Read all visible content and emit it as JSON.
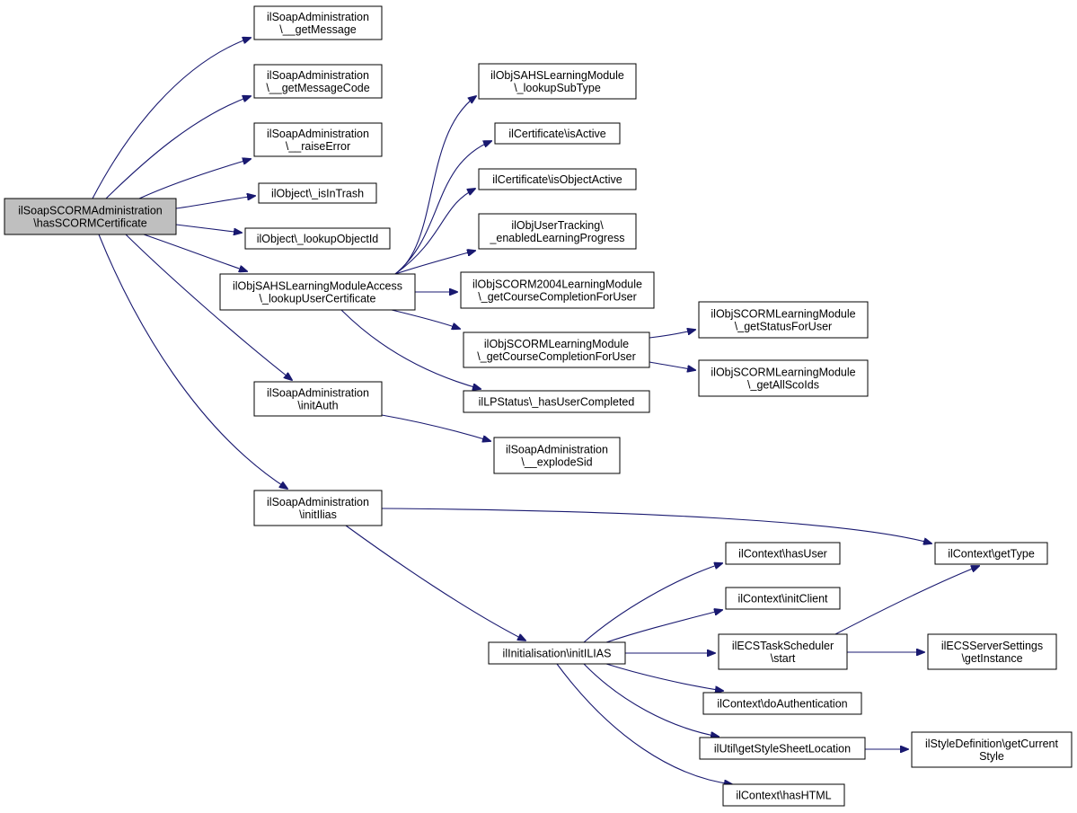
{
  "nodes": [
    {
      "id": "root",
      "lines": [
        "ilSoapSCORMAdministration",
        "\\hasSCORMCertificate"
      ]
    },
    {
      "id": "getMessage",
      "lines": [
        "ilSoapAdministration",
        "\\__getMessage"
      ]
    },
    {
      "id": "getMessageCode",
      "lines": [
        "ilSoapAdministration",
        "\\__getMessageCode"
      ]
    },
    {
      "id": "raiseError",
      "lines": [
        "ilSoapAdministration",
        "\\__raiseError"
      ]
    },
    {
      "id": "isInTrash",
      "lines": [
        "ilObject\\_isInTrash"
      ]
    },
    {
      "id": "lookupObjectId",
      "lines": [
        "ilObject\\_lookupObjectId"
      ]
    },
    {
      "id": "lookupUserCertificate",
      "lines": [
        "ilObjSAHSLearningModuleAccess",
        "\\_lookupUserCertificate"
      ]
    },
    {
      "id": "initAuth",
      "lines": [
        "ilSoapAdministration",
        "\\initAuth"
      ]
    },
    {
      "id": "initIlias",
      "lines": [
        "ilSoapAdministration",
        "\\initIlias"
      ]
    },
    {
      "id": "lookupSubType",
      "lines": [
        "ilObjSAHSLearningModule",
        "\\_lookupSubType"
      ]
    },
    {
      "id": "certIsActive",
      "lines": [
        "ilCertificate\\isActive"
      ]
    },
    {
      "id": "certIsObjectActive",
      "lines": [
        "ilCertificate\\isObjectActive"
      ]
    },
    {
      "id": "enabledLP",
      "lines": [
        "ilObjUserTracking\\",
        "_enabledLearningProgress"
      ]
    },
    {
      "id": "scorm2004Completion",
      "lines": [
        "ilObjSCORM2004LearningModule",
        "\\_getCourseCompletionForUser"
      ]
    },
    {
      "id": "scormCompletion",
      "lines": [
        "ilObjSCORMLearningModule",
        "\\_getCourseCompletionForUser"
      ]
    },
    {
      "id": "hasUserCompleted",
      "lines": [
        "ilLPStatus\\_hasUserCompleted"
      ]
    },
    {
      "id": "getStatusForUser",
      "lines": [
        "ilObjSCORMLearningModule",
        "\\_getStatusForUser"
      ]
    },
    {
      "id": "getAllScoIds",
      "lines": [
        "ilObjSCORMLearningModule",
        "\\_getAllScoIds"
      ]
    },
    {
      "id": "explodeSid",
      "lines": [
        "ilSoapAdministration",
        "\\__explodeSid"
      ]
    },
    {
      "id": "getType",
      "lines": [
        "ilContext\\getType"
      ]
    },
    {
      "id": "initILIAS",
      "lines": [
        "ilInitialisation\\initILIAS"
      ]
    },
    {
      "id": "hasUser",
      "lines": [
        "ilContext\\hasUser"
      ]
    },
    {
      "id": "initClient",
      "lines": [
        "ilContext\\initClient"
      ]
    },
    {
      "id": "ecsStart",
      "lines": [
        "ilECSTaskScheduler",
        "\\start"
      ]
    },
    {
      "id": "ecsServerSettings",
      "lines": [
        "ilECSServerSettings",
        "\\getInstance"
      ]
    },
    {
      "id": "doAuthentication",
      "lines": [
        "ilContext\\doAuthentication"
      ]
    },
    {
      "id": "getStyleSheetLocation",
      "lines": [
        "ilUtil\\getStyleSheetLocation"
      ]
    },
    {
      "id": "getCurrentStyle",
      "lines": [
        "ilStyleDefinition\\getCurrent",
        "Style"
      ]
    },
    {
      "id": "hasHTML",
      "lines": [
        "ilContext\\hasHTML"
      ]
    }
  ],
  "edges": [
    [
      "root",
      "getMessage"
    ],
    [
      "root",
      "getMessageCode"
    ],
    [
      "root",
      "raiseError"
    ],
    [
      "root",
      "isInTrash"
    ],
    [
      "root",
      "lookupObjectId"
    ],
    [
      "root",
      "lookupUserCertificate"
    ],
    [
      "root",
      "initAuth"
    ],
    [
      "root",
      "initIlias"
    ],
    [
      "lookupUserCertificate",
      "lookupSubType"
    ],
    [
      "lookupUserCertificate",
      "certIsActive"
    ],
    [
      "lookupUserCertificate",
      "certIsObjectActive"
    ],
    [
      "lookupUserCertificate",
      "enabledLP"
    ],
    [
      "lookupUserCertificate",
      "scorm2004Completion"
    ],
    [
      "lookupUserCertificate",
      "scormCompletion"
    ],
    [
      "lookupUserCertificate",
      "hasUserCompleted"
    ],
    [
      "scormCompletion",
      "getStatusForUser"
    ],
    [
      "scormCompletion",
      "getAllScoIds"
    ],
    [
      "initAuth",
      "explodeSid"
    ],
    [
      "initIlias",
      "getType"
    ],
    [
      "initIlias",
      "initILIAS"
    ],
    [
      "initILIAS",
      "hasUser"
    ],
    [
      "initILIAS",
      "initClient"
    ],
    [
      "initILIAS",
      "ecsStart"
    ],
    [
      "initILIAS",
      "doAuthentication"
    ],
    [
      "initILIAS",
      "getStyleSheetLocation"
    ],
    [
      "initILIAS",
      "hasHTML"
    ],
    [
      "ecsStart",
      "getType"
    ],
    [
      "ecsStart",
      "ecsServerSettings"
    ],
    [
      "getStyleSheetLocation",
      "getCurrentStyle"
    ]
  ]
}
